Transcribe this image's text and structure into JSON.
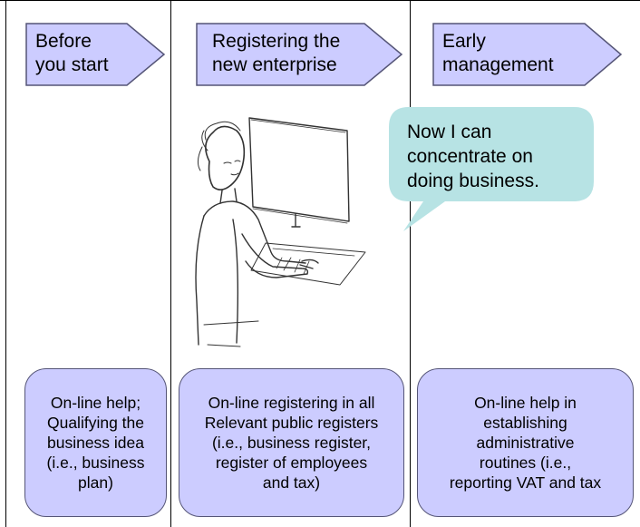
{
  "colors": {
    "arrow_fill": "#ccccff",
    "box_fill": "#ccccff",
    "bubble_fill": "#b7e3e4",
    "lines": "#000000"
  },
  "stages": [
    {
      "arrow_label": "Before\nyou start",
      "box_text": "On-line help;\nQualifying the\nbusiness idea\n(i.e., business\nplan)"
    },
    {
      "arrow_label": "Registering the\nnew enterprise",
      "box_text": "On-line registering in all\nRelevant public registers\n(i.e., business register,\nregister of employees\nand tax)"
    },
    {
      "arrow_label": "Early\nmanagement",
      "box_text": "On-line help in\nestablishing\nadministrative\nroutines (i.e.,\nreporting VAT and tax"
    }
  ],
  "speech_bubble": {
    "text": "Now I can\nconcentrate on\ndoing business."
  },
  "illustration": {
    "icon": "person-at-computer-sketch"
  }
}
